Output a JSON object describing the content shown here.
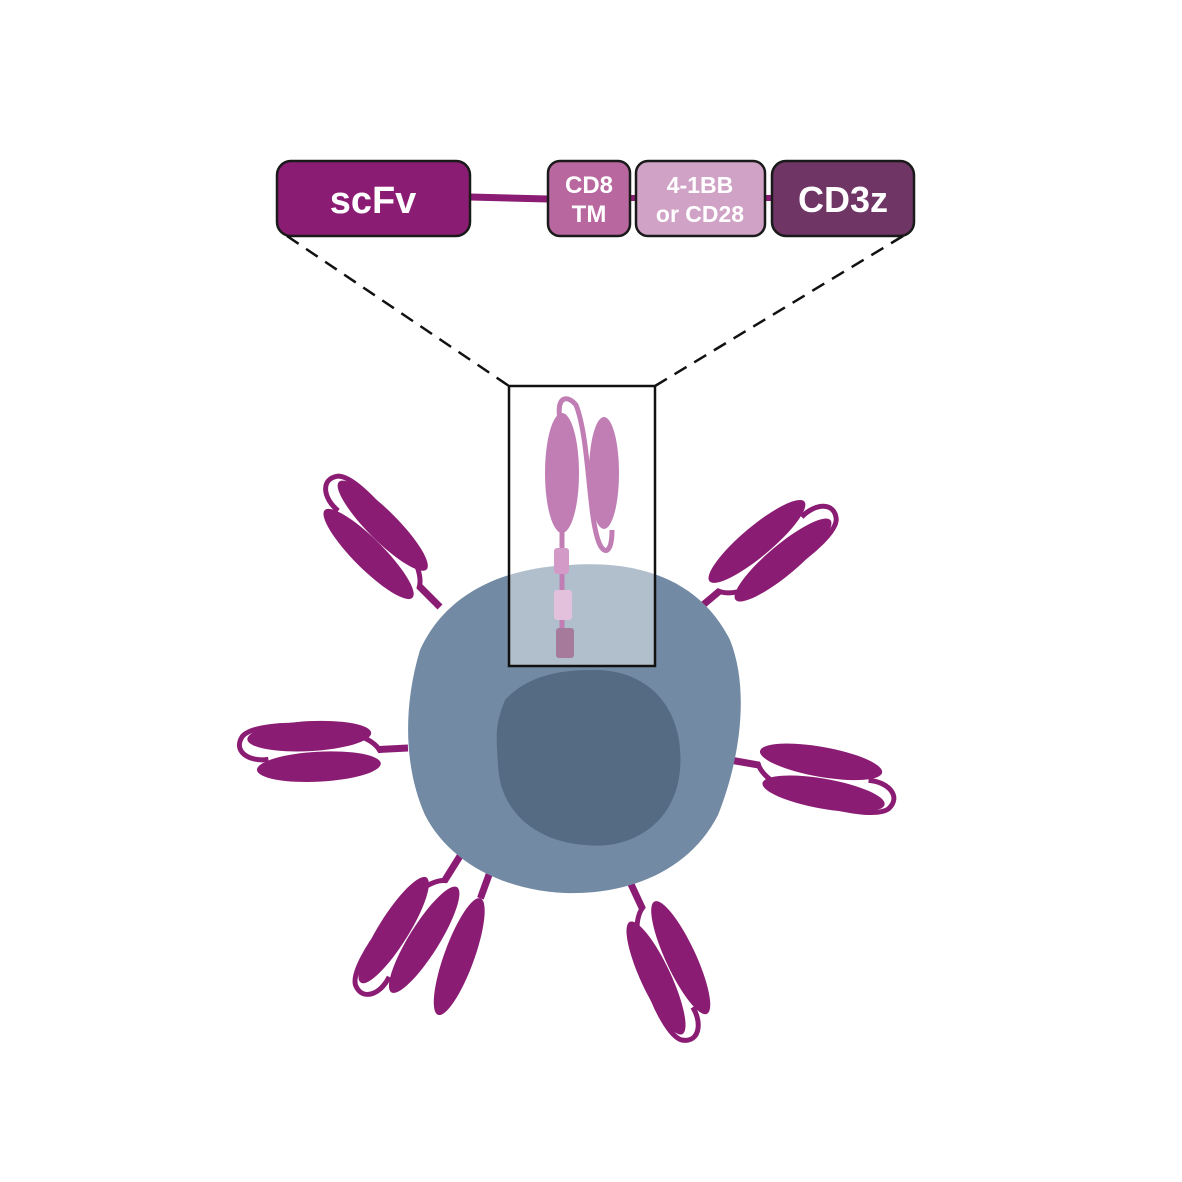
{
  "diagram": {
    "construct": {
      "domains": [
        {
          "id": "scfv",
          "lines": [
            "scFv"
          ],
          "color": "#8b1c73"
        },
        {
          "id": "cd8tm",
          "lines": [
            "CD8",
            "TM"
          ],
          "color": "#b9679f"
        },
        {
          "id": "costim",
          "lines": [
            "4-1BB",
            "or CD28"
          ],
          "color": "#d0a3c6"
        },
        {
          "id": "cd3z",
          "lines": [
            "CD3z"
          ],
          "color": "#6e3565"
        }
      ],
      "linker_color": "#8b1c73",
      "outline_color": "#1a1a1a"
    },
    "cell": {
      "membrane_color": "#728aa3",
      "nucleus_color": "#546b83"
    },
    "receptor_color": "#8b1c73",
    "zoom_receptor_color": "#c07eb4"
  }
}
